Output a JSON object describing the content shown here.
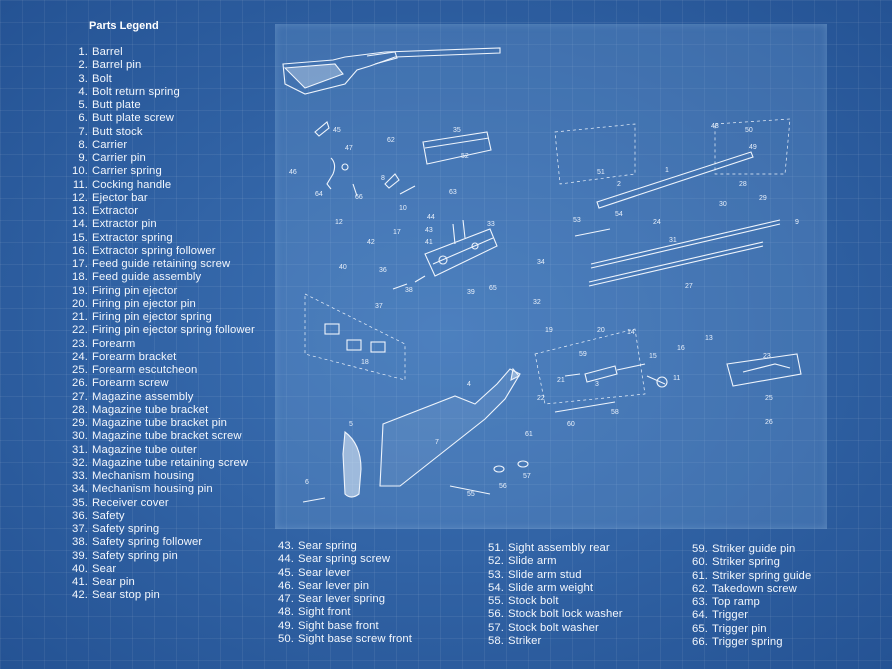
{
  "legend": {
    "title": "Parts Legend",
    "col1": [
      {
        "n": "1.",
        "t": "Barrel"
      },
      {
        "n": "2.",
        "t": "Barrel pin"
      },
      {
        "n": "3.",
        "t": "Bolt"
      },
      {
        "n": "4.",
        "t": "Bolt return spring"
      },
      {
        "n": "5.",
        "t": "Butt plate"
      },
      {
        "n": "6.",
        "t": "Butt plate screw"
      },
      {
        "n": "7.",
        "t": "Butt stock"
      },
      {
        "n": "8.",
        "t": "Carrier"
      },
      {
        "n": "9.",
        "t": "Carrier pin"
      },
      {
        "n": "10.",
        "t": "Carrier spring"
      },
      {
        "n": "11.",
        "t": "Cocking handle"
      },
      {
        "n": "12.",
        "t": "Ejector bar"
      },
      {
        "n": "13.",
        "t": "Extractor"
      },
      {
        "n": "14.",
        "t": "Extractor pin"
      },
      {
        "n": "15.",
        "t": "Extractor spring"
      },
      {
        "n": "16.",
        "t": "Extractor spring follower"
      },
      {
        "n": "17.",
        "t": "Feed guide retaining screw"
      },
      {
        "n": "18.",
        "t": "Feed guide assembly"
      },
      {
        "n": "19.",
        "t": "Firing pin ejector"
      },
      {
        "n": "20.",
        "t": "Firing pin ejector pin"
      },
      {
        "n": "21.",
        "t": "Firing pin ejector spring"
      },
      {
        "n": "22.",
        "t": "Firing pin ejector spring follower"
      },
      {
        "n": "23.",
        "t": "Forearm"
      },
      {
        "n": "24.",
        "t": "Forearm bracket"
      },
      {
        "n": "25.",
        "t": "Forearm escutcheon"
      },
      {
        "n": "26.",
        "t": "Forearm screw"
      },
      {
        "n": "27.",
        "t": "Magazine assembly"
      },
      {
        "n": "28.",
        "t": "Magazine tube bracket"
      },
      {
        "n": "29.",
        "t": "Magazine tube bracket pin"
      },
      {
        "n": "30.",
        "t": "Magazine tube bracket screw"
      },
      {
        "n": "31.",
        "t": "Magazine tube outer"
      },
      {
        "n": "32.",
        "t": "Magazine tube retaining screw"
      },
      {
        "n": "33.",
        "t": "Mechanism housing"
      },
      {
        "n": "34.",
        "t": "Mechanism housing pin"
      },
      {
        "n": "35.",
        "t": "Receiver cover"
      },
      {
        "n": "36.",
        "t": "Safety"
      },
      {
        "n": "37.",
        "t": "Safety spring"
      },
      {
        "n": "38.",
        "t": "Safety spring follower"
      },
      {
        "n": "39.",
        "t": "Safety spring pin"
      },
      {
        "n": "40.",
        "t": "Sear"
      },
      {
        "n": "41.",
        "t": "Sear pin"
      },
      {
        "n": "42.",
        "t": "Sear stop pin"
      }
    ],
    "col2": [
      {
        "n": "43.",
        "t": "Sear spring"
      },
      {
        "n": "44.",
        "t": "Sear spring screw"
      },
      {
        "n": "45.",
        "t": "Sear lever"
      },
      {
        "n": "46.",
        "t": " Sear lever pin"
      },
      {
        "n": "47.",
        "t": "Sear lever spring"
      },
      {
        "n": "48.",
        "t": "Sight front"
      },
      {
        "n": "49.",
        "t": "Sight base front"
      },
      {
        "n": "50.",
        "t": "Sight base screw front"
      }
    ],
    "col3": [
      {
        "n": "51.",
        "t": "Sight assembly rear"
      },
      {
        "n": "52.",
        "t": "Slide arm"
      },
      {
        "n": "53.",
        "t": "Slide arm stud"
      },
      {
        "n": "54.",
        "t": "Slide arm weight"
      },
      {
        "n": "55.",
        "t": "Stock bolt"
      },
      {
        "n": "56.",
        "t": "Stock bolt lock washer"
      },
      {
        "n": "57.",
        "t": "Stock bolt washer"
      },
      {
        "n": "58.",
        "t": "Striker"
      }
    ],
    "col4": [
      {
        "n": "59.",
        "t": "Striker guide pin"
      },
      {
        "n": "60.",
        "t": "Striker spring"
      },
      {
        "n": "61.",
        "t": " Striker spring guide"
      },
      {
        "n": "62.",
        "t": "Takedown screw"
      },
      {
        "n": "63.",
        "t": "Top ramp"
      },
      {
        "n": "64.",
        "t": "Trigger"
      },
      {
        "n": "65.",
        "t": "Trigger pin"
      },
      {
        "n": "66.",
        "t": "Trigger spring"
      }
    ]
  },
  "diagram": {
    "part_labels": [
      "45",
      "47",
      "46",
      "64",
      "66",
      "62",
      "35",
      "8",
      "10",
      "63",
      "12",
      "44",
      "43",
      "41",
      "33",
      "42",
      "36",
      "40",
      "38",
      "37",
      "39",
      "65",
      "34",
      "32",
      "48",
      "50",
      "49",
      "51",
      "1",
      "2",
      "28",
      "30",
      "29",
      "53",
      "54",
      "24",
      "31",
      "27",
      "9",
      "18",
      "19",
      "59",
      "20",
      "14",
      "15",
      "16",
      "13",
      "23",
      "21",
      "3",
      "22",
      "60",
      "58",
      "11",
      "25",
      "26",
      "61",
      "4",
      "7",
      "6",
      "5",
      "57",
      "56",
      "55",
      "52",
      "17"
    ],
    "colors": {
      "background": "#2d64a8",
      "panel": "#6f9fd6",
      "line": "#eef4fc"
    }
  }
}
